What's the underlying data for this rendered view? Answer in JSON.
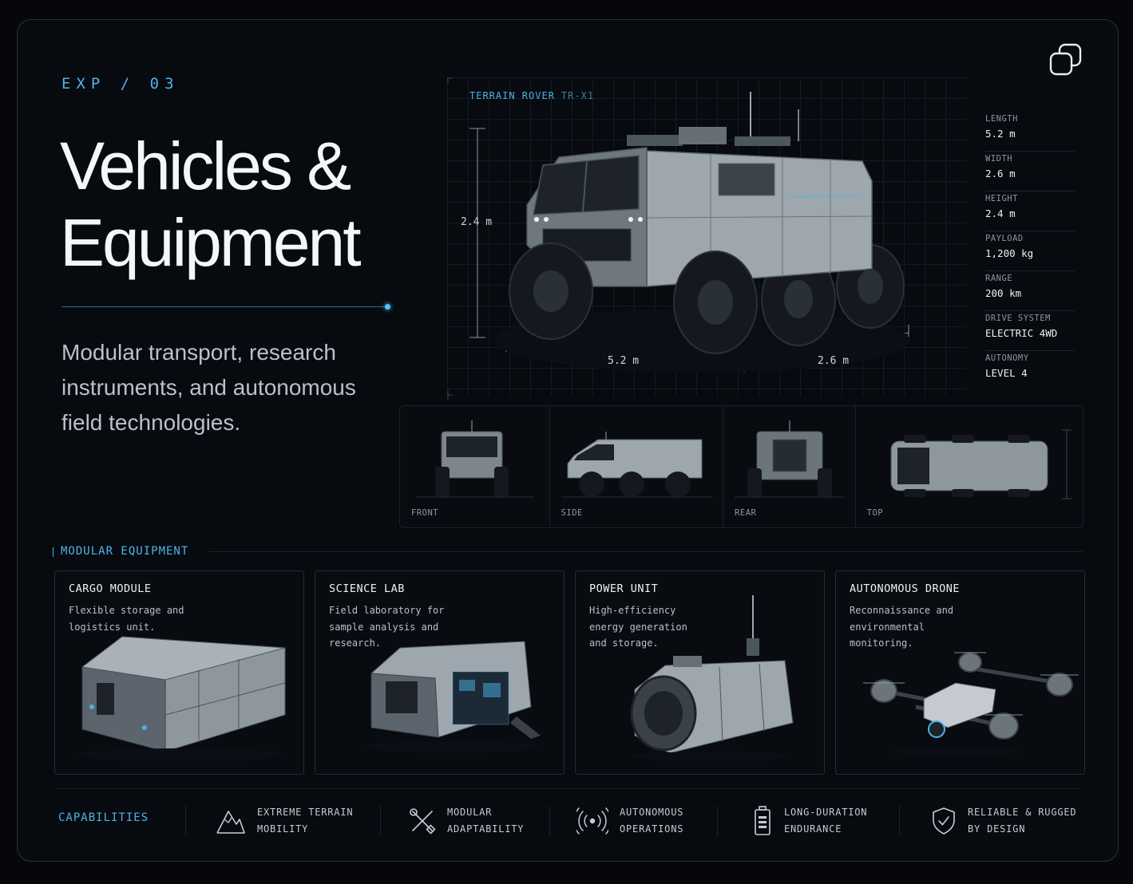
{
  "header": {
    "eyebrow": "EXP / 03",
    "title_line1": "Vehicles &",
    "title_line2": "Equipment",
    "subtitle": "Modular transport, research instruments, and autonomous field technologies."
  },
  "rover": {
    "name": "TERRAIN ROVER",
    "code": "TR-X1",
    "dim_height": "2.4 m",
    "dim_length": "5.2 m",
    "dim_width": "2.6 m",
    "specs": [
      {
        "label": "LENGTH",
        "value": "5.2 m"
      },
      {
        "label": "WIDTH",
        "value": "2.6 m"
      },
      {
        "label": "HEIGHT",
        "value": "2.4 m"
      },
      {
        "label": "PAYLOAD",
        "value": "1,200 kg"
      },
      {
        "label": "RANGE",
        "value": "200 km"
      },
      {
        "label": "DRIVE SYSTEM",
        "value": "ELECTRIC 4WD"
      },
      {
        "label": "AUTONOMY",
        "value": "LEVEL 4"
      }
    ]
  },
  "views": [
    {
      "label": "FRONT"
    },
    {
      "label": "SIDE"
    },
    {
      "label": "REAR"
    },
    {
      "label": "TOP"
    }
  ],
  "modular": {
    "heading": "MODULAR EQUIPMENT",
    "cards": [
      {
        "title": "CARGO MODULE",
        "desc": "Flexible storage and logistics unit."
      },
      {
        "title": "SCIENCE LAB",
        "desc": "Field laboratory for sample analysis and research."
      },
      {
        "title": "POWER UNIT",
        "desc": "High-efficiency energy generation and storage."
      },
      {
        "title": "AUTONOMOUS DRONE",
        "desc": "Reconnaissance and environmental monitoring."
      }
    ]
  },
  "capabilities": {
    "heading": "CAPABILITIES",
    "items": [
      {
        "line1": "EXTREME TERRAIN",
        "line2": "MOBILITY",
        "icon": "mountain-icon"
      },
      {
        "line1": "MODULAR",
        "line2": "ADAPTABILITY",
        "icon": "tools-icon"
      },
      {
        "line1": "AUTONOMOUS",
        "line2": "OPERATIONS",
        "icon": "signal-icon"
      },
      {
        "line1": "LONG-DURATION",
        "line2": "ENDURANCE",
        "icon": "battery-icon"
      },
      {
        "line1": "RELIABLE & RUGGED",
        "line2": "BY DESIGN",
        "icon": "shield-icon"
      }
    ]
  },
  "colors": {
    "accent": "#4fb3e8",
    "background": "#05070b",
    "panel": "#080b10"
  }
}
